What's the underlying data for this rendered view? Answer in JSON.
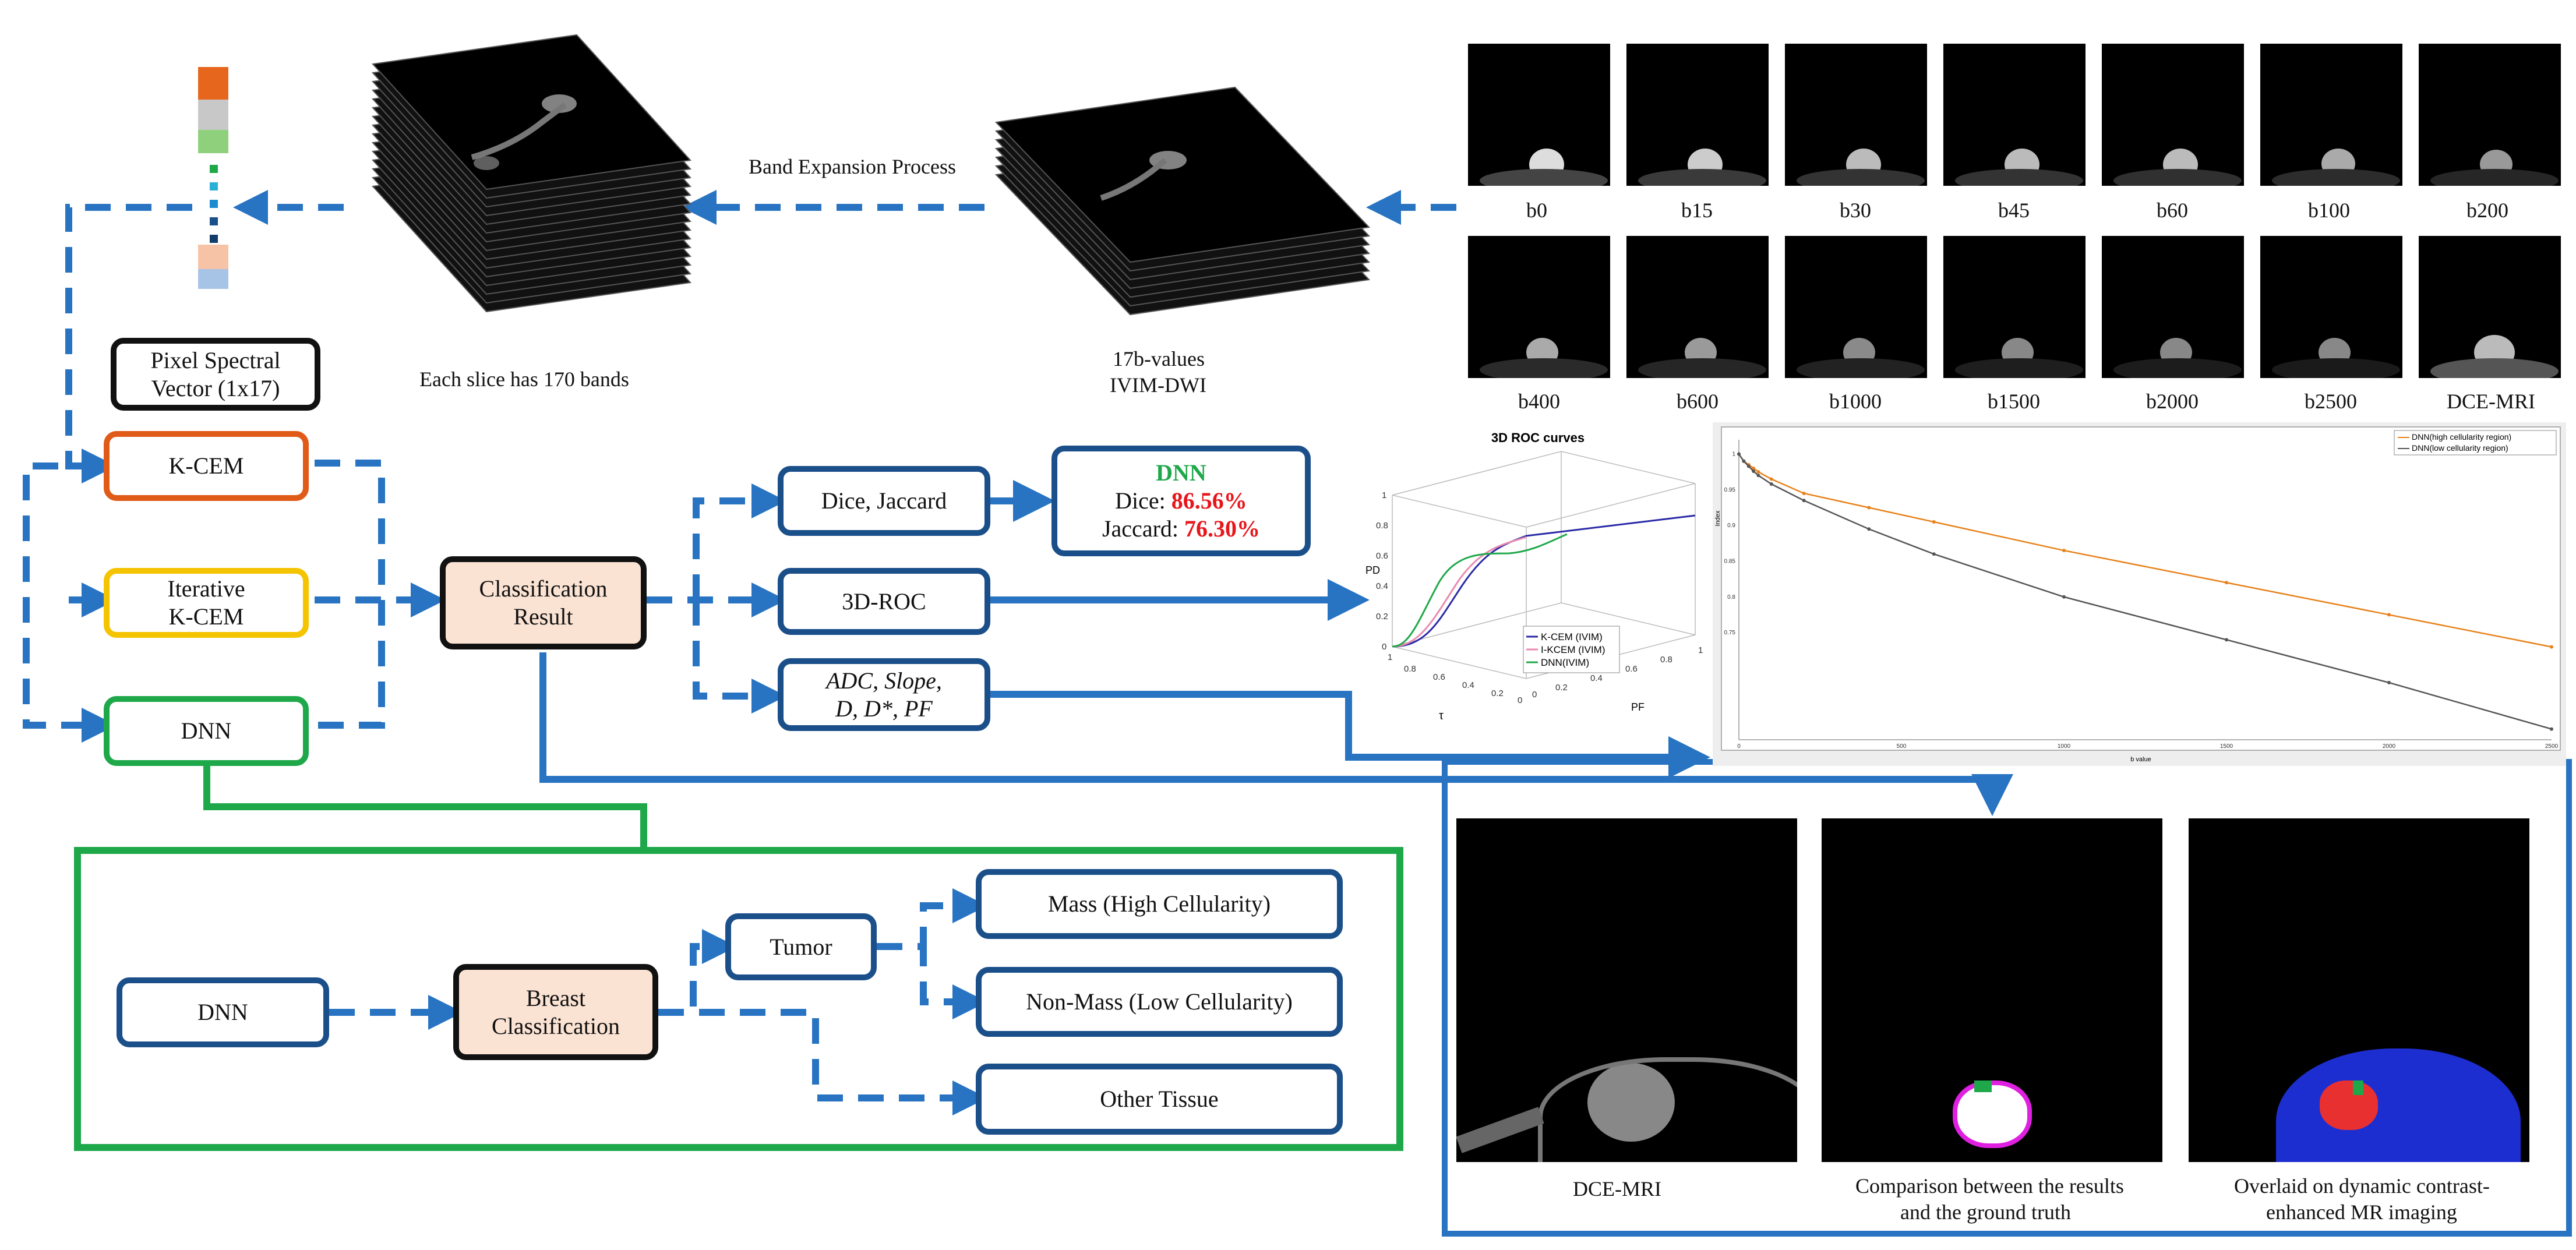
{
  "stack_small_label": "Band Expansion Process",
  "stack_big_caption": "Each slice has 170 bands",
  "stack_small_caption": [
    "17b-values",
    "IVIM-DWI"
  ],
  "bvalues_row1": [
    "b0",
    "b15",
    "b30",
    "b45",
    "b60",
    "b100",
    "b200"
  ],
  "bvalues_row2": [
    "b400",
    "b600",
    "b1000",
    "b1500",
    "b2000",
    "b2500",
    "DCE-MRI"
  ],
  "pixel_vector": [
    "Pixel Spectral",
    "Vector (1x17)"
  ],
  "kcem": "K-CEM",
  "ikcem": [
    "Iterative",
    "K-CEM"
  ],
  "dnn_left": "DNN",
  "classification": [
    "Classification",
    "Result"
  ],
  "dice_jaccard": "Dice, Jaccard",
  "roc3d": "3D-ROC",
  "adc_params": [
    "ADC, Slope,",
    "D, D*, PF"
  ],
  "dnn_result": {
    "title": "DNN",
    "dice_label": "Dice: ",
    "dice_value": "86.56%",
    "jaccard_label": "Jaccard: ",
    "jaccard_value": "76.30%"
  },
  "roc_chart": {
    "title": "3D ROC curves",
    "legend": [
      "K-CEM (IVIM)",
      "I-KCEM (IVIM)",
      "DNN(IVIM)"
    ],
    "axis_pd": "PD",
    "axis_tau": "τ",
    "axis_pf": "PF",
    "tick_pd": [
      "1",
      "0.8",
      "0.6",
      "0.4",
      "0.2",
      "0"
    ],
    "tick_tau": [
      "1",
      "0.8",
      "0.6",
      "0.4",
      "0.2",
      "0"
    ],
    "tick_pf": [
      "0",
      "0.2",
      "0.4",
      "0.6",
      "0.8",
      "1"
    ]
  },
  "chart_data": {
    "type": "line",
    "legend": [
      "DNN(high cellularity region)",
      "DNN(low cellularity region)"
    ],
    "xlabel": "b value",
    "ylabel": "Index",
    "x": [
      0,
      15,
      30,
      45,
      60,
      100,
      200,
      400,
      600,
      1000,
      1500,
      2000,
      2500
    ],
    "series": [
      {
        "name": "DNN(high cellularity region)",
        "color": "#e8821b",
        "values": [
          1.0,
          0.99,
          0.985,
          0.98,
          0.975,
          0.965,
          0.945,
          0.925,
          0.905,
          0.865,
          0.82,
          0.775,
          0.73
        ]
      },
      {
        "name": "DNN(low cellularity region)",
        "color": "#555555",
        "values": [
          1.0,
          0.99,
          0.983,
          0.976,
          0.97,
          0.958,
          0.935,
          0.895,
          0.86,
          0.8,
          0.74,
          0.68,
          0.615
        ]
      }
    ],
    "xlim": [
      0,
      2500
    ],
    "ylim": [
      0.6,
      1.02
    ],
    "xticks": [
      "0",
      "500",
      "1000",
      "1500",
      "2000",
      "2500"
    ],
    "yticks": [
      "0.75",
      "0.8",
      "0.85",
      "0.9",
      "0.95",
      "1"
    ]
  },
  "bottom_dnn": "DNN",
  "breast_classification": [
    "Breast",
    "Classification"
  ],
  "tumor": "Tumor",
  "mass": "Mass (High Cellularity)",
  "nonmass": "Non-Mass (Low Cellularity)",
  "other": "Other Tissue",
  "result_captions": {
    "dce": "DCE-MRI",
    "compare": [
      "Comparison between the results",
      "and the ground truth"
    ],
    "overlaid": [
      "Overlaid on dynamic contrast-",
      "enhanced MR imaging"
    ]
  },
  "colors": {
    "arrow": "#2874c2",
    "box_blue": "#1b4f8a",
    "green": "#1fa84a",
    "orange": "#e05a18",
    "yellow": "#f5c400",
    "peach": "#fbe3d4"
  }
}
